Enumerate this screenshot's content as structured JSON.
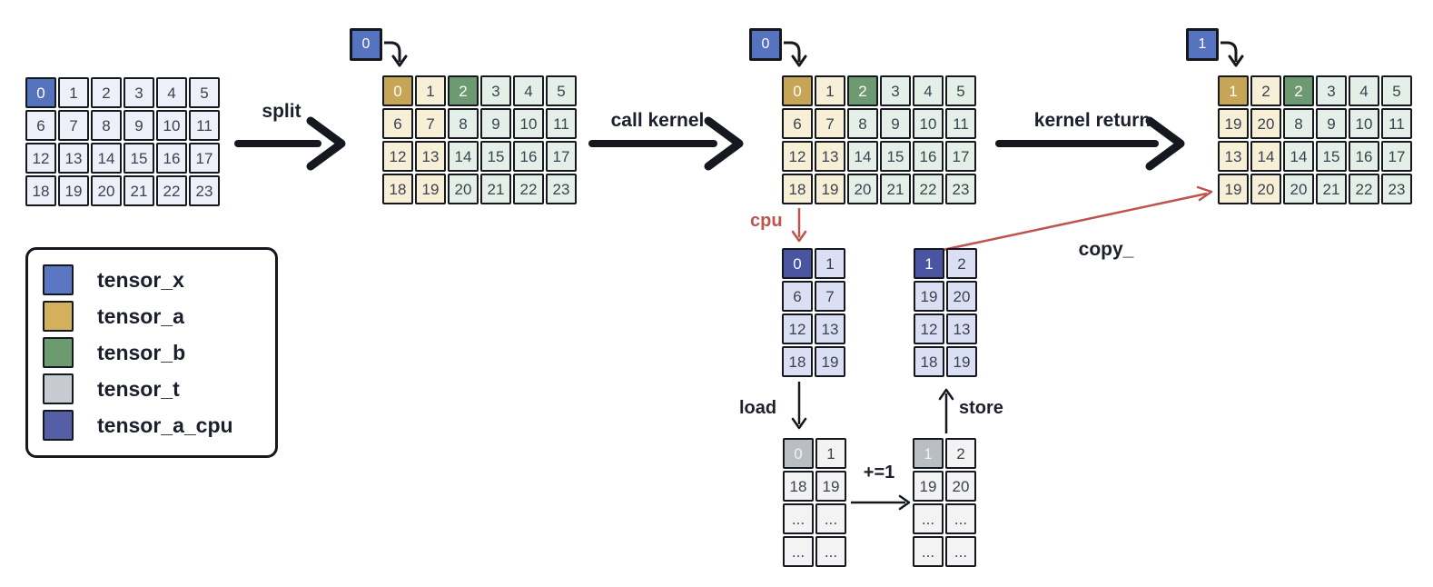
{
  "palette": {
    "background": "#ffffff",
    "ink": "#15181f",
    "accent_red": "#c0534f",
    "cell_text_dark": "#3b4250"
  },
  "cell_styles": {
    "x": {
      "bg": "#5572bd",
      "fg": "#ffffff"
    },
    "xl": {
      "bg": "#edf0f8",
      "fg": "#3b4250"
    },
    "a": {
      "bg": "#c7a556",
      "fg": "#ffffff"
    },
    "al": {
      "bg": "#f8efd7",
      "fg": "#3b4250"
    },
    "b": {
      "bg": "#6d9a70",
      "fg": "#ffffff"
    },
    "bl": {
      "bg": "#e4f0e7",
      "fg": "#3b4250"
    },
    "cpu": {
      "bg": "#4a55a1",
      "fg": "#ffffff"
    },
    "cpul": {
      "bg": "#dbdff3",
      "fg": "#3b4250"
    },
    "t": {
      "bg": "#b9bdc4",
      "fg": "#f2f2f2"
    },
    "tl": {
      "bg": "#f3f3f4",
      "fg": "#3b4250"
    }
  },
  "labels": {
    "split": "split",
    "call_kernel": "call kernel",
    "kernel_return": "kernel return",
    "cpu": "cpu",
    "load": "load",
    "store": "store",
    "increment": "+=1",
    "copy": "copy_"
  },
  "chips": {
    "split": {
      "label": "0"
    },
    "kernel": {
      "label": "0"
    },
    "result": {
      "label": "1"
    }
  },
  "legend": {
    "items": [
      {
        "label": "tensor_x",
        "color": "#5b76c3"
      },
      {
        "label": "tensor_a",
        "color": "#d3b05c"
      },
      {
        "label": "tensor_b",
        "color": "#6d9b70"
      },
      {
        "label": "tensor_t",
        "color": "#c7cbd1"
      },
      {
        "label": "tensor_a_cpu",
        "color": "#555fa8"
      }
    ]
  },
  "matrices": {
    "input": {
      "values": [
        [
          0,
          1,
          2,
          3,
          4,
          5
        ],
        [
          6,
          7,
          8,
          9,
          10,
          11
        ],
        [
          12,
          13,
          14,
          15,
          16,
          17
        ],
        [
          18,
          19,
          20,
          21,
          22,
          23
        ]
      ],
      "styles": [
        [
          "x",
          "xl",
          "xl",
          "xl",
          "xl",
          "xl"
        ],
        [
          "xl",
          "xl",
          "xl",
          "xl",
          "xl",
          "xl"
        ],
        [
          "xl",
          "xl",
          "xl",
          "xl",
          "xl",
          "xl"
        ],
        [
          "xl",
          "xl",
          "xl",
          "xl",
          "xl",
          "xl"
        ]
      ]
    },
    "split_view": {
      "values": [
        [
          0,
          1,
          2,
          3,
          4,
          5
        ],
        [
          6,
          7,
          8,
          9,
          10,
          11
        ],
        [
          12,
          13,
          14,
          15,
          16,
          17
        ],
        [
          18,
          19,
          20,
          21,
          22,
          23
        ]
      ],
      "styles": [
        [
          "a",
          "al",
          "b",
          "bl",
          "bl",
          "bl"
        ],
        [
          "al",
          "al",
          "bl",
          "bl",
          "bl",
          "bl"
        ],
        [
          "al",
          "al",
          "bl",
          "bl",
          "bl",
          "bl"
        ],
        [
          "al",
          "al",
          "bl",
          "bl",
          "bl",
          "bl"
        ]
      ]
    },
    "kernel_view": {
      "values": [
        [
          0,
          1,
          2,
          3,
          4,
          5
        ],
        [
          6,
          7,
          8,
          9,
          10,
          11
        ],
        [
          12,
          13,
          14,
          15,
          16,
          17
        ],
        [
          18,
          19,
          20,
          21,
          22,
          23
        ]
      ],
      "styles": [
        [
          "a",
          "al",
          "b",
          "bl",
          "bl",
          "bl"
        ],
        [
          "al",
          "al",
          "bl",
          "bl",
          "bl",
          "bl"
        ],
        [
          "al",
          "al",
          "bl",
          "bl",
          "bl",
          "bl"
        ],
        [
          "al",
          "al",
          "bl",
          "bl",
          "bl",
          "bl"
        ]
      ]
    },
    "result": {
      "values": [
        [
          1,
          2,
          2,
          3,
          4,
          5
        ],
        [
          19,
          20,
          8,
          9,
          10,
          11
        ],
        [
          13,
          14,
          14,
          15,
          16,
          17
        ],
        [
          19,
          20,
          20,
          21,
          22,
          23
        ]
      ],
      "styles": [
        [
          "a",
          "al",
          "b",
          "bl",
          "bl",
          "bl"
        ],
        [
          "al",
          "al",
          "bl",
          "bl",
          "bl",
          "bl"
        ],
        [
          "al",
          "al",
          "bl",
          "bl",
          "bl",
          "bl"
        ],
        [
          "al",
          "al",
          "bl",
          "bl",
          "bl",
          "bl"
        ]
      ]
    },
    "a_cpu": {
      "values": [
        [
          0,
          1
        ],
        [
          6,
          7
        ],
        [
          12,
          13
        ],
        [
          18,
          19
        ]
      ],
      "styles": [
        [
          "cpu",
          "cpul"
        ],
        [
          "cpul",
          "cpul"
        ],
        [
          "cpul",
          "cpul"
        ],
        [
          "cpul",
          "cpul"
        ]
      ]
    },
    "a_cpu_inc": {
      "values": [
        [
          1,
          2
        ],
        [
          19,
          20
        ],
        [
          12,
          13
        ],
        [
          18,
          19
        ]
      ],
      "styles": [
        [
          "cpu",
          "cpul"
        ],
        [
          "cpul",
          "cpul"
        ],
        [
          "cpul",
          "cpul"
        ],
        [
          "cpul",
          "cpul"
        ]
      ]
    },
    "t_load": {
      "values": [
        [
          0,
          1
        ],
        [
          18,
          19
        ],
        [
          "...",
          "..."
        ],
        [
          "...",
          "..."
        ]
      ],
      "styles": [
        [
          "t",
          "tl"
        ],
        [
          "tl",
          "tl"
        ],
        [
          "tl",
          "tl"
        ],
        [
          "tl",
          "tl"
        ]
      ]
    },
    "t_inc": {
      "values": [
        [
          1,
          2
        ],
        [
          19,
          20
        ],
        [
          "...",
          "..."
        ],
        [
          "...",
          "..."
        ]
      ],
      "styles": [
        [
          "t",
          "tl"
        ],
        [
          "tl",
          "tl"
        ],
        [
          "tl",
          "tl"
        ],
        [
          "tl",
          "tl"
        ]
      ]
    }
  }
}
